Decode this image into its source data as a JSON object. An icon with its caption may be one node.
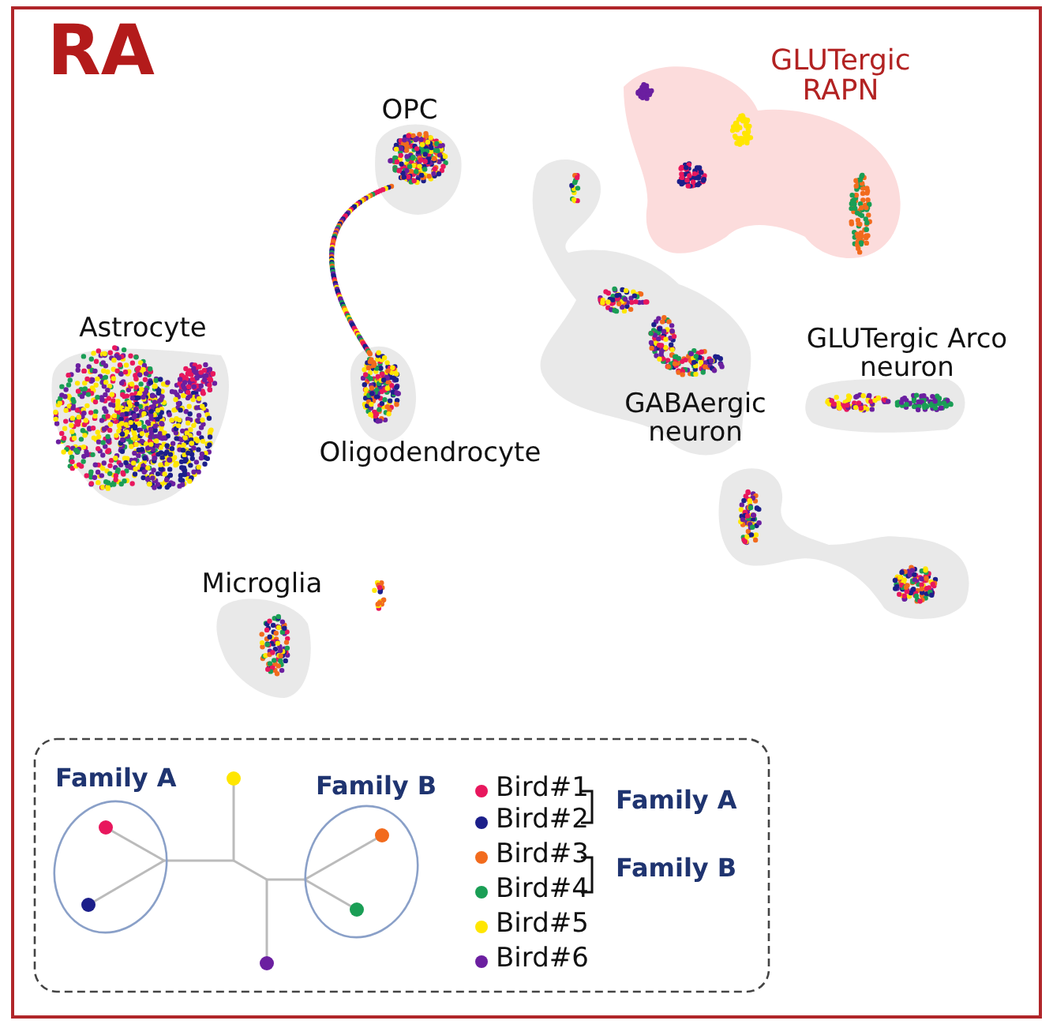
{
  "diagram": {
    "title": "RA",
    "labels": [
      "GLUTergic RAPN",
      "OPC",
      "Astrocyte",
      "GLUTergic Arco neuron",
      "GABAergic neuron",
      "Oligodendrocyte",
      "Microglia",
      "Family A",
      "Family B",
      "Family A",
      "Family B"
    ],
    "legend": [
      {
        "text": "Bird#1",
        "color": "#e8175d"
      },
      {
        "text": "Bird#2",
        "color": "#1c1f8a"
      },
      {
        "text": "Bird#3",
        "color": "#f26b1d"
      },
      {
        "text": "Bird#4",
        "color": "#1a9e55"
      },
      {
        "text": "Bird#5",
        "color": "#ffe600"
      },
      {
        "text": "Bird#6",
        "color": "#6b1fa0"
      }
    ]
  }
}
